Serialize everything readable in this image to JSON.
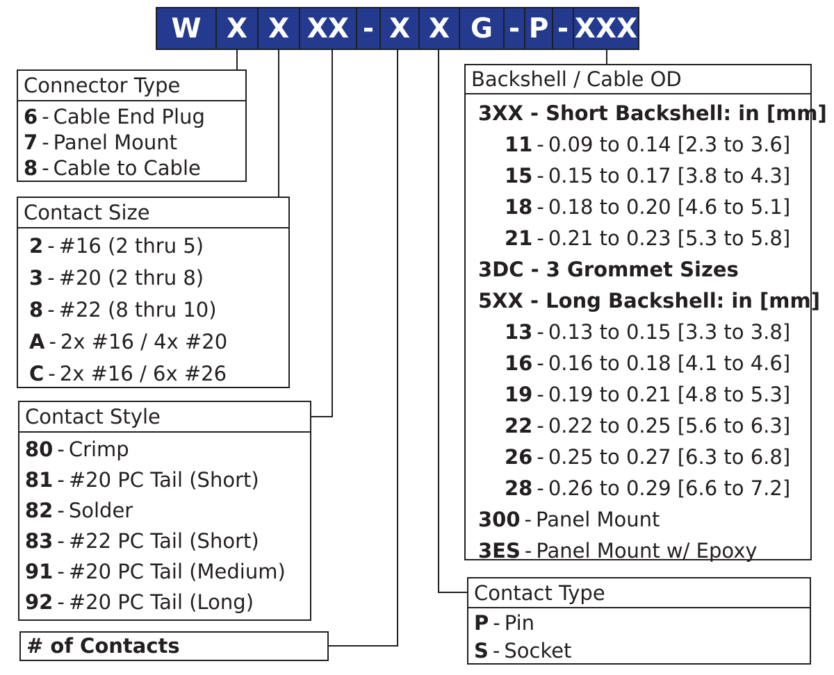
{
  "part_number": {
    "segments": [
      "W",
      "X",
      "X",
      "XX",
      "-",
      "X",
      "X",
      "G",
      "-",
      "P",
      "-",
      "XXX"
    ]
  },
  "connector_type": {
    "title": "Connector Type",
    "items": [
      {
        "code": "6",
        "label": "Cable End Plug"
      },
      {
        "code": "7",
        "label": "Panel Mount"
      },
      {
        "code": "8",
        "label": "Cable to Cable"
      }
    ]
  },
  "contact_size": {
    "title": "Contact Size",
    "items": [
      {
        "code": "2",
        "label": "#16 (2 thru 5)"
      },
      {
        "code": "3",
        "label": "#20 (2 thru 8)"
      },
      {
        "code": "8",
        "label": "#22 (8 thru 10)"
      },
      {
        "code": "A",
        "label": "2x #16 / 4x #20"
      },
      {
        "code": "C",
        "label": "2x #16 / 6x #26"
      }
    ]
  },
  "contact_style": {
    "title": "Contact Style",
    "items": [
      {
        "code": "80",
        "label": "Crimp"
      },
      {
        "code": "81",
        "label": "#20 PC Tail (Short)"
      },
      {
        "code": "82",
        "label": "Solder"
      },
      {
        "code": "83",
        "label": "#22 PC Tail (Short)"
      },
      {
        "code": "91",
        "label": "#20 PC Tail (Medium)"
      },
      {
        "code": "92",
        "label": "#20 PC Tail (Long)"
      }
    ]
  },
  "num_contacts": {
    "title": "# of Contacts"
  },
  "backshell": {
    "title": "Backshell / Cable OD",
    "short_heading": "3XX - Short Backshell: in [mm]",
    "short_items": [
      {
        "code": "11",
        "label": "0.09 to 0.14 [2.3 to 3.6]"
      },
      {
        "code": "15",
        "label": "0.15 to 0.17 [3.8 to 4.3]"
      },
      {
        "code": "18",
        "label": "0.18 to 0.20 [4.6 to 5.1]"
      },
      {
        "code": "21",
        "label": "0.21 to 0.23 [5.3 to 5.8]"
      }
    ],
    "grommet_heading": "3DC - 3 Grommet Sizes",
    "long_heading": "5XX - Long Backshell: in [mm]",
    "long_items": [
      {
        "code": "13",
        "label": "0.13 to 0.15 [3.3 to 3.8]"
      },
      {
        "code": "16",
        "label": "0.16 to 0.18 [4.1 to 4.6]"
      },
      {
        "code": "19",
        "label": "0.19 to 0.21 [4.8 to 5.3]"
      },
      {
        "code": "22",
        "label": "0.22 to 0.25 [5.6 to 6.3]"
      },
      {
        "code": "26",
        "label": "0.25 to 0.27 [6.3 to 6.8]"
      },
      {
        "code": "28",
        "label": "0.26 to 0.29 [6.6 to 7.2]"
      }
    ],
    "mount_items": [
      {
        "code": "300",
        "label": "Panel Mount"
      },
      {
        "code": "3ES",
        "label": "Panel Mount w/ Epoxy"
      }
    ]
  },
  "contact_type": {
    "title": "Contact Type",
    "items": [
      {
        "code": "P",
        "label": "Pin"
      },
      {
        "code": "S",
        "label": "Socket"
      }
    ]
  },
  "colors": {
    "bar_blue": "#233a8f",
    "text": "#231f20",
    "bar_text": "#ffffff"
  }
}
